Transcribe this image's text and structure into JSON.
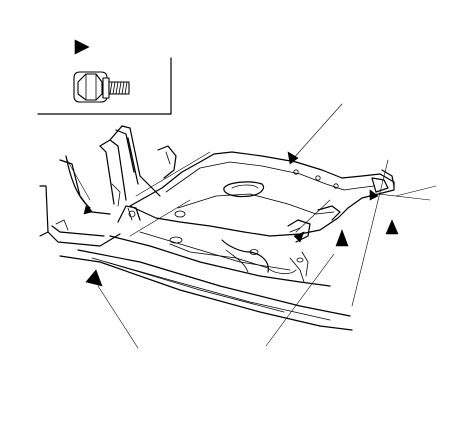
{
  "diagram": {
    "kind": "service-manual-exploded-view",
    "subject": "underbody-panel-mounting",
    "legend": {
      "symbol": "triangle-pointer",
      "fastener": "flange-bolt"
    },
    "callouts": [
      {
        "id": "cover-outline",
        "marker": "none"
      },
      {
        "id": "right-rear-bolt",
        "marker": "triangle"
      },
      {
        "id": "right-front-bolt",
        "marker": "triangle"
      },
      {
        "id": "center-bolt",
        "marker": "triangle"
      },
      {
        "id": "left-bolt",
        "marker": "triangle"
      }
    ]
  }
}
